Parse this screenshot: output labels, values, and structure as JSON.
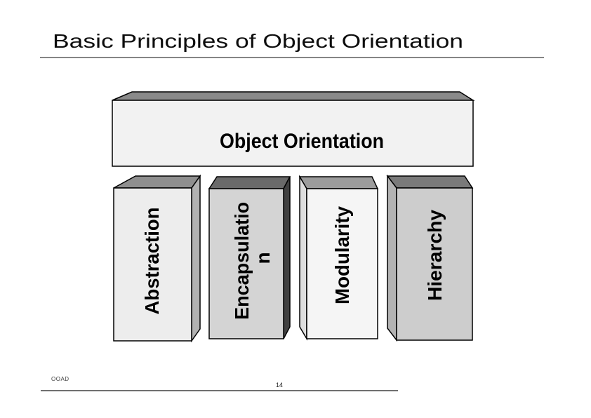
{
  "slide": {
    "title": "Basic Principles of Object Orientation",
    "header_block": {
      "label": "Object Orientation"
    },
    "pillars": [
      {
        "name": "Abstraction",
        "lines": [
          "Abstraction"
        ]
      },
      {
        "name": "Encapsulation",
        "lines": [
          "Encapsulatio",
          "n"
        ]
      },
      {
        "name": "Modularity",
        "lines": [
          "Modularity"
        ]
      },
      {
        "name": "Hierarchy",
        "lines": [
          "Hierarchy"
        ]
      }
    ],
    "footer": {
      "left_label": "OOAD",
      "page_number": "14"
    },
    "colors": {
      "background": "#ffffff",
      "text": "#000000",
      "rule": "#3c3c3c",
      "footer_rule": "#1a1a1a",
      "header_front": "#f2f2f2",
      "header_top": "#8a8a8a",
      "p1_front": "#ededed",
      "p1_top": "#8f8f8f",
      "p1_side": "#b2b2b2",
      "p2_front": "#d4d4d4",
      "p2_top": "#6a6a6a",
      "p2_side": "#404040",
      "p3_front": "#f5f5f5",
      "p3_top": "#9c9c9c",
      "p3_side": "#dedede",
      "p4_front": "#cdcdcd",
      "p4_top": "#7a7a7a",
      "p4_side": "#b3b3b3"
    }
  }
}
